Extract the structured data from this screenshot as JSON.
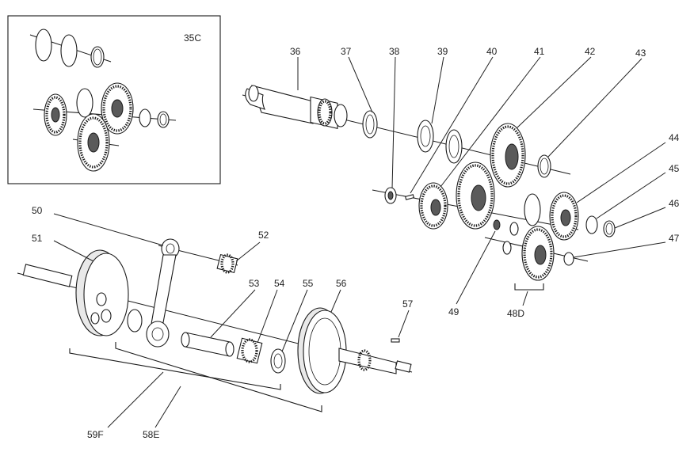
{
  "diagram": {
    "inset_label": "35C",
    "callouts": [
      {
        "id": "c36",
        "text": "36"
      },
      {
        "id": "c37",
        "text": "37"
      },
      {
        "id": "c38",
        "text": "38"
      },
      {
        "id": "c39",
        "text": "39"
      },
      {
        "id": "c40",
        "text": "40"
      },
      {
        "id": "c41",
        "text": "41"
      },
      {
        "id": "c42",
        "text": "42"
      },
      {
        "id": "c43",
        "text": "43"
      },
      {
        "id": "c44",
        "text": "44"
      },
      {
        "id": "c45",
        "text": "45"
      },
      {
        "id": "c46",
        "text": "46"
      },
      {
        "id": "c47",
        "text": "47"
      },
      {
        "id": "c48D",
        "text": "48D"
      },
      {
        "id": "c49",
        "text": "49"
      },
      {
        "id": "c50",
        "text": "50"
      },
      {
        "id": "c51",
        "text": "51"
      },
      {
        "id": "c52",
        "text": "52"
      },
      {
        "id": "c53",
        "text": "53"
      },
      {
        "id": "c54",
        "text": "54"
      },
      {
        "id": "c55",
        "text": "55"
      },
      {
        "id": "c56",
        "text": "56"
      },
      {
        "id": "c57",
        "text": "57"
      },
      {
        "id": "c58E",
        "text": "58E"
      },
      {
        "id": "c59F",
        "text": "59F"
      }
    ]
  }
}
